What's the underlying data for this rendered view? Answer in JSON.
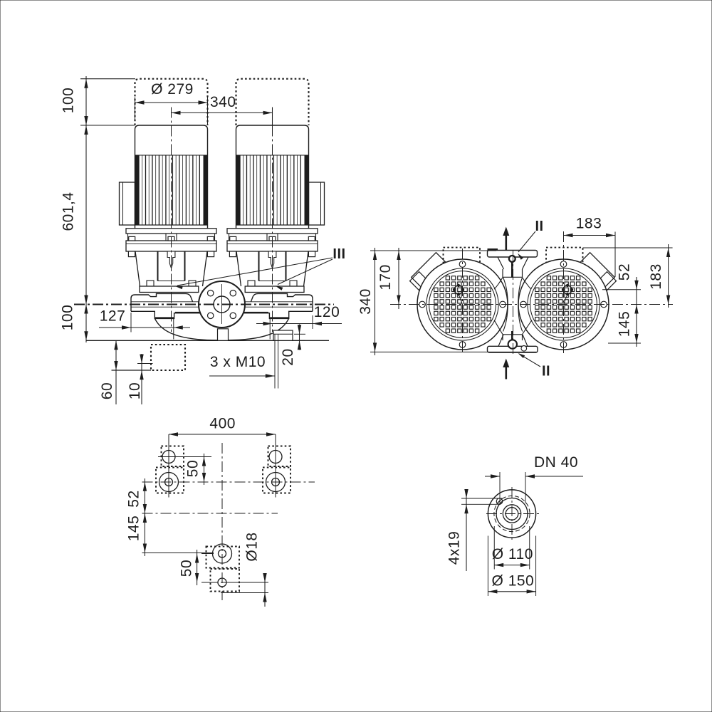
{
  "document": {
    "kind": "technical dimension drawing",
    "subject": "twin-head in-line pump",
    "units": "mm"
  },
  "colors": {
    "ink": "#1d1d1d",
    "background": "#ffffff"
  },
  "views": {
    "front": {
      "name": "front elevation",
      "labels": {
        "motor_dia": "Ø 279",
        "motor_spacing": "340",
        "top_clearance": "100",
        "total_height": "601,4",
        "axis_to_base": "100",
        "suction_to_axis": "127",
        "axis_to_discharge": "120",
        "anchor_thread": "3 x M10",
        "boss_depth": "20",
        "foundation_depth": "60",
        "grout": "10",
        "seal_marker": "III"
      }
    },
    "top": {
      "name": "plan view",
      "labels": {
        "overall_depth": "340",
        "axis_to_front_flange": "170",
        "axis_to_box_corner": "183",
        "box_top_to_axis": "183",
        "box_corner_to_axis": "52",
        "axis_to_rear": "145",
        "section_marker": "II"
      }
    },
    "foundation": {
      "name": "foundation plan",
      "labels": {
        "bolt_span": "400",
        "bolt_pitch_upper": "50",
        "axis_offset": "52",
        "axis_to_front_bolts": "145",
        "bolt_pitch_lower": "50",
        "hole_dia": "Ø18"
      }
    },
    "flange": {
      "name": "port flange detail",
      "labels": {
        "nominal": "DN 40",
        "bolt_holes": "4x19",
        "pitch_circle": "Ø 110",
        "outer_dia": "Ø 150"
      }
    }
  }
}
